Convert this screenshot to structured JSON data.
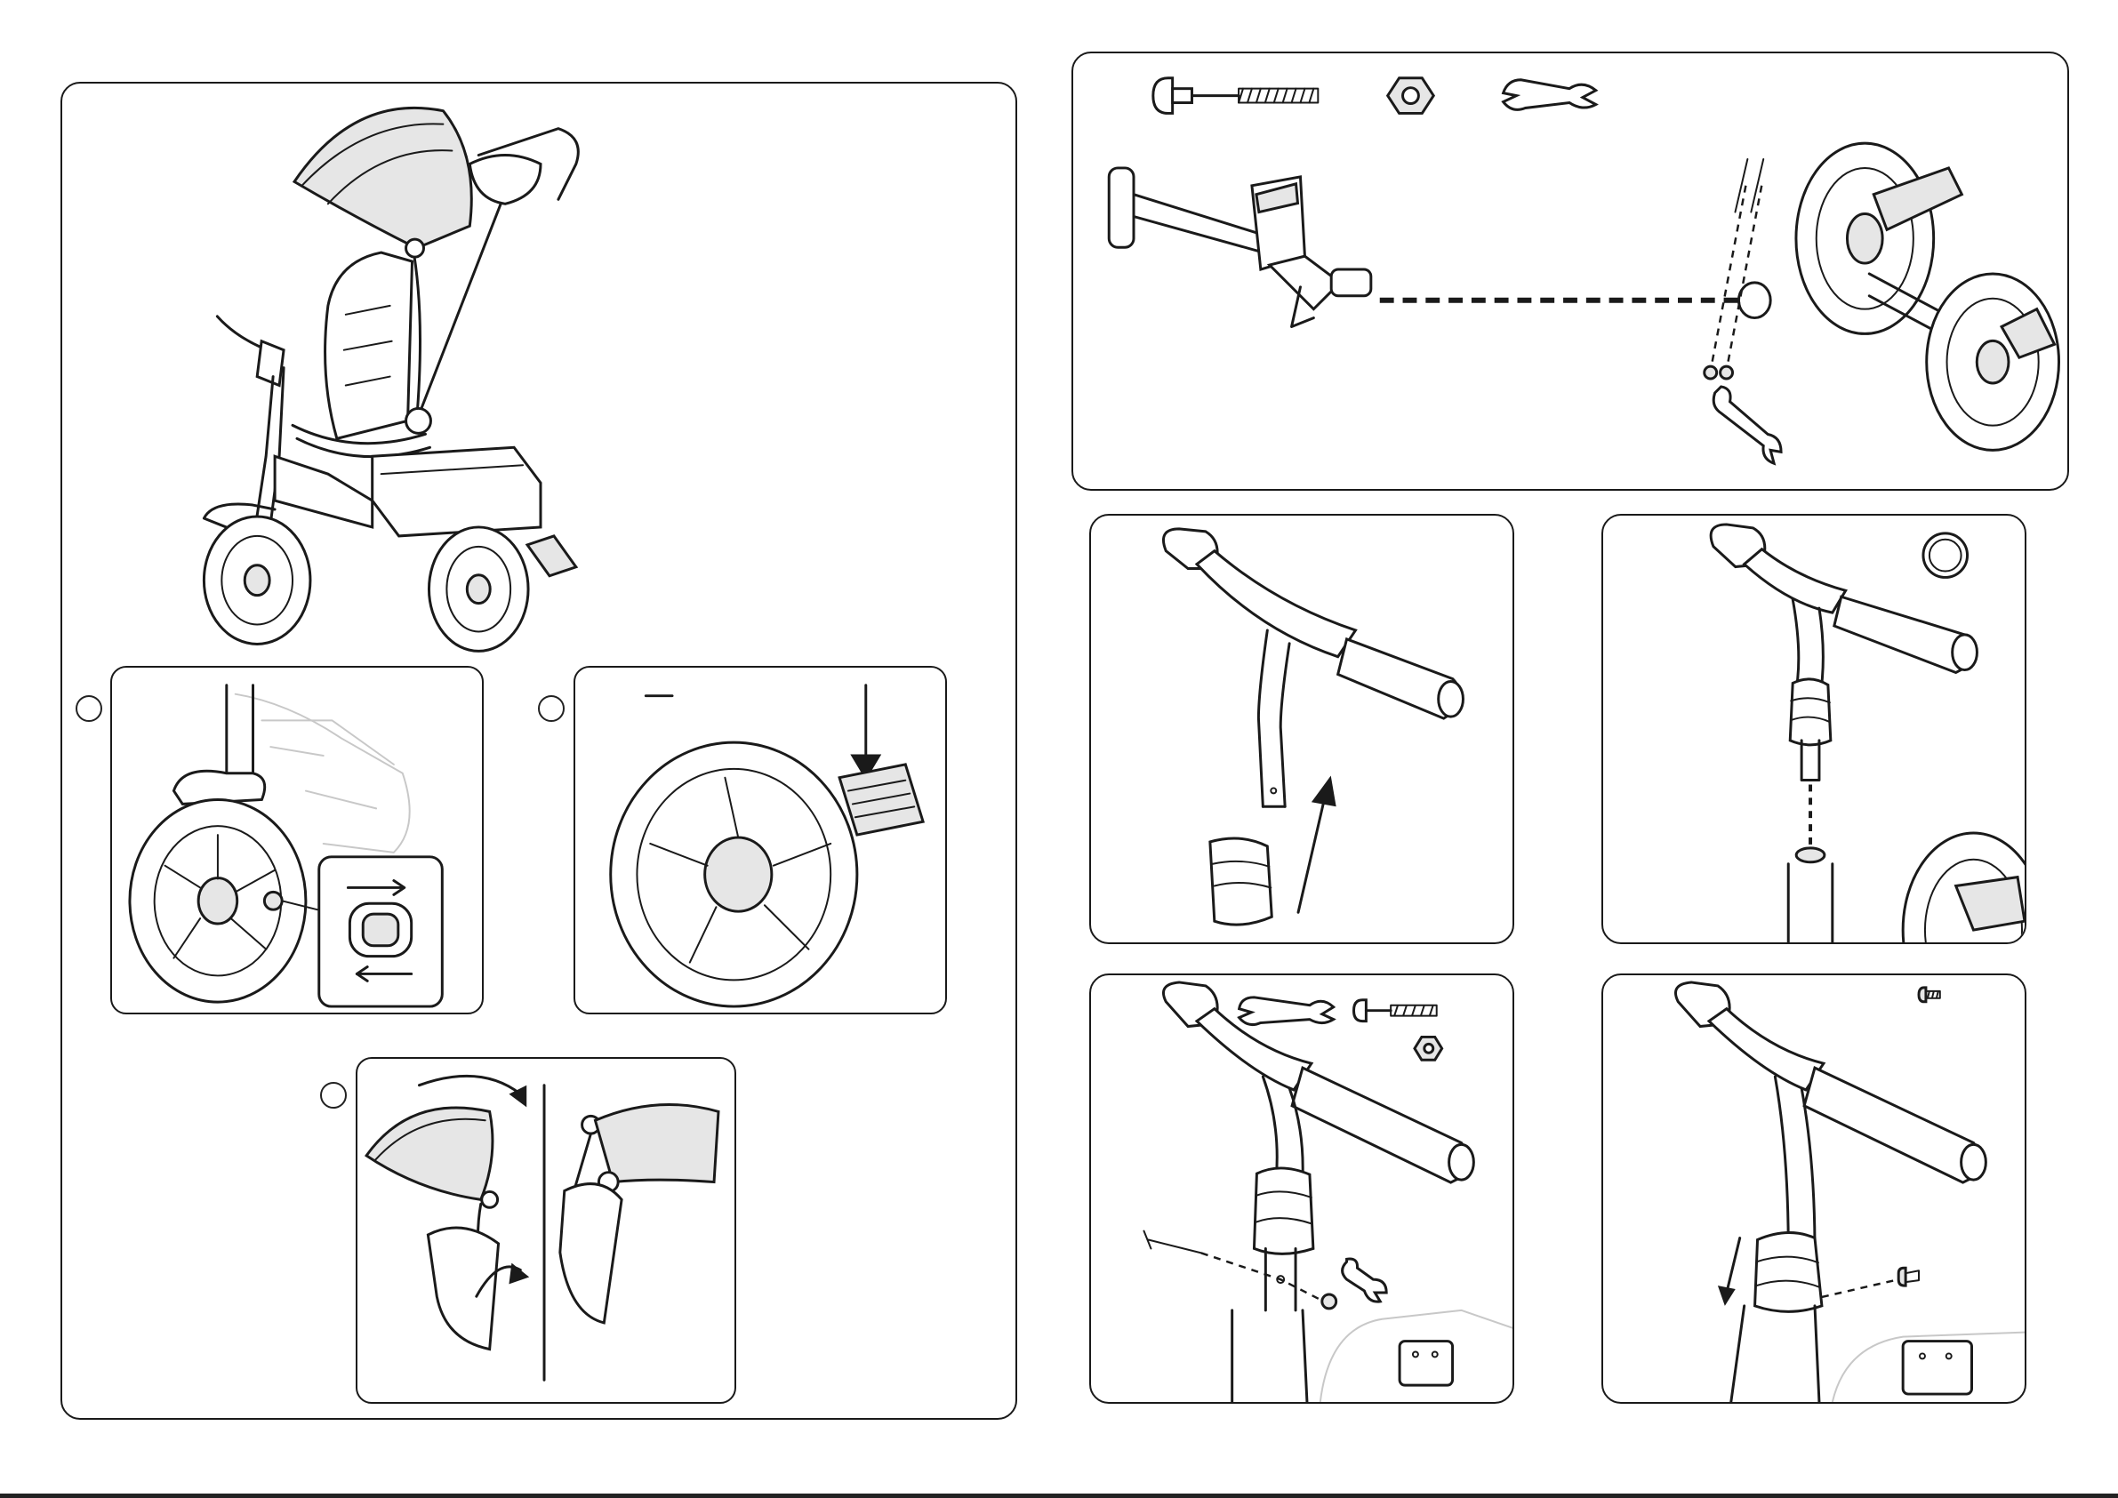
{
  "document": {
    "title": "",
    "colors": {
      "line": "#1a1a1a",
      "paper": "#ffffff",
      "muted": "#c8c8c8"
    }
  },
  "left_panel": {
    "illustration": "tricycle-assembled",
    "sub_steps": [
      {
        "illustration": "front-wheel-freewheel-switch",
        "marker_label": ""
      },
      {
        "illustration": "rear-wheel-brake-pedal",
        "marker_label": ""
      },
      {
        "illustration": "canopy-fold",
        "marker_label": ""
      }
    ]
  },
  "right_panels": {
    "rear_axle": {
      "parts": [
        "bolt-icon",
        "nut-icon",
        "wrench-icon"
      ]
    },
    "handlebar_steps": [
      {
        "illustration": "handlebar-insert-collar"
      },
      {
        "illustration": "handlebar-into-fork",
        "marker_label": ""
      },
      {
        "illustration": "handlebar-bolt-secure",
        "parts": [
          "wrench-icon",
          "bolt-icon",
          "nut-icon"
        ]
      },
      {
        "illustration": "handlebar-screw-collar",
        "parts": [
          "screw-icon"
        ]
      }
    ]
  }
}
